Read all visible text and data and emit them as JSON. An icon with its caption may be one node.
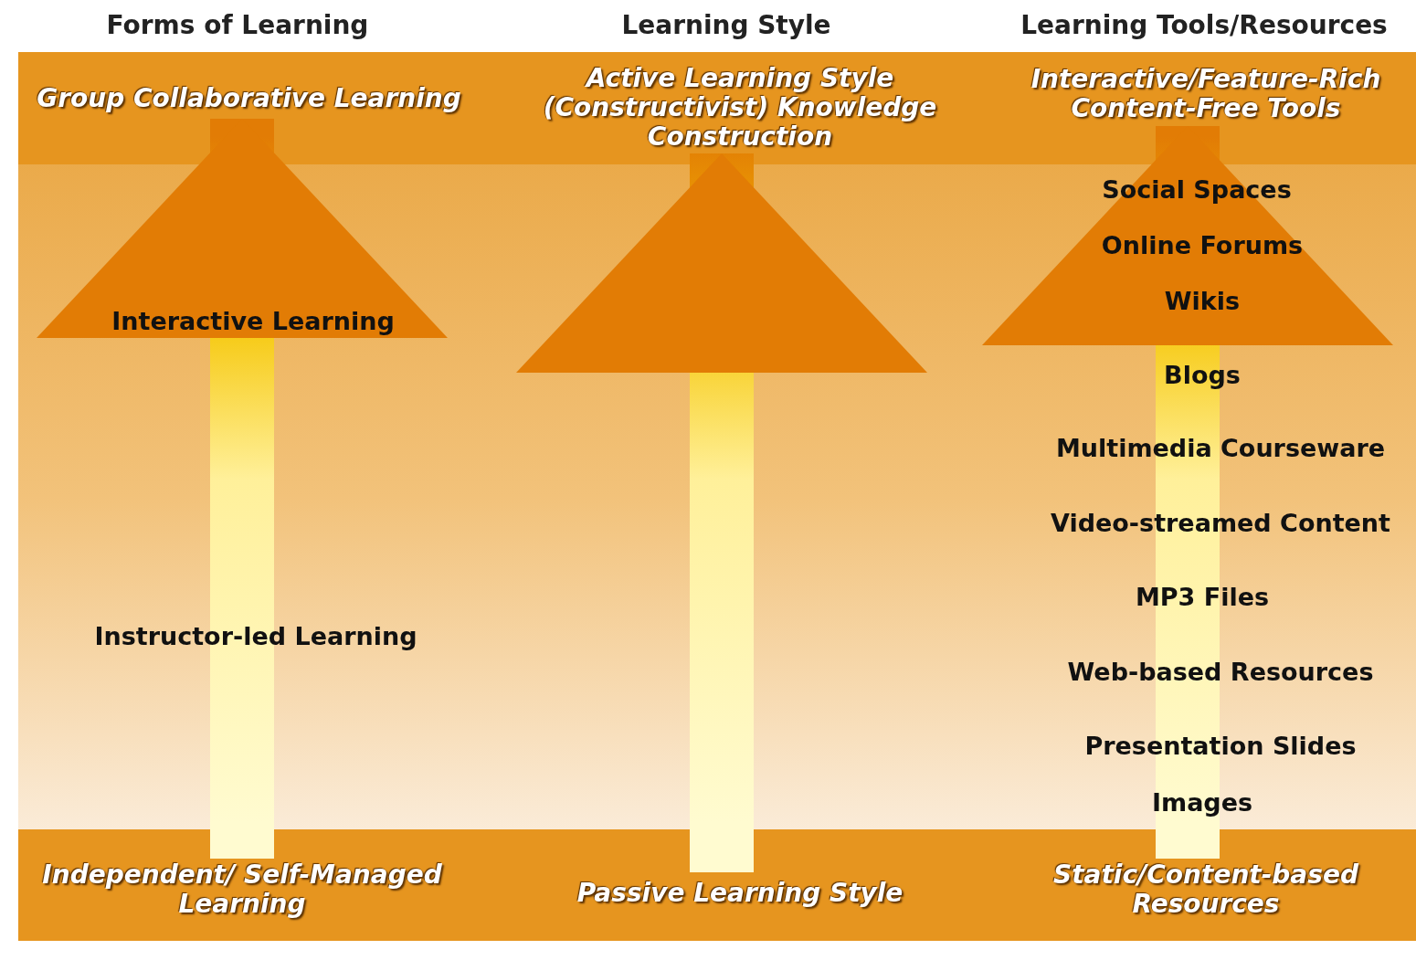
{
  "diagram": {
    "nodes": [
      {
        "text": [
          "Group Collaborative Learning"
        ]
      },
      {
        "text": [
          "Active Learning Style (Constructivist) Knowledge Construction"
        ]
      },
      {
        "text": [
          "Interactive/Feature-Rich Content-Free Tools"
        ]
      },
      {
        "text": [
          "Independent/ Self-Managed Learning"
        ]
      },
      {
        "text": [
          "Passive Learning Style"
        ]
      },
      {
        "text": [
          "Static/Content-based Resources"
        ]
      }
    ],
    "edges": [
      {
        "from": 3,
        "to": 0,
        "arrow": "to"
      },
      {
        "from": 4,
        "to": 1,
        "arrow": "to"
      },
      {
        "from": 5,
        "to": 2,
        "arrow": "to"
      }
    ],
    "labels": [
      "Forms of Learning",
      "Learning Style",
      "Learning Tools/Resources",
      "Interactive Learning",
      "Instructor-led Learning",
      "Social Spaces",
      "Online Forums",
      "Wikis",
      "Blogs",
      "Multimedia Courseware",
      "Video-streamed Content",
      "MP3 Files",
      "Web-based Resources",
      "Presentation Slides",
      "Images"
    ]
  }
}
